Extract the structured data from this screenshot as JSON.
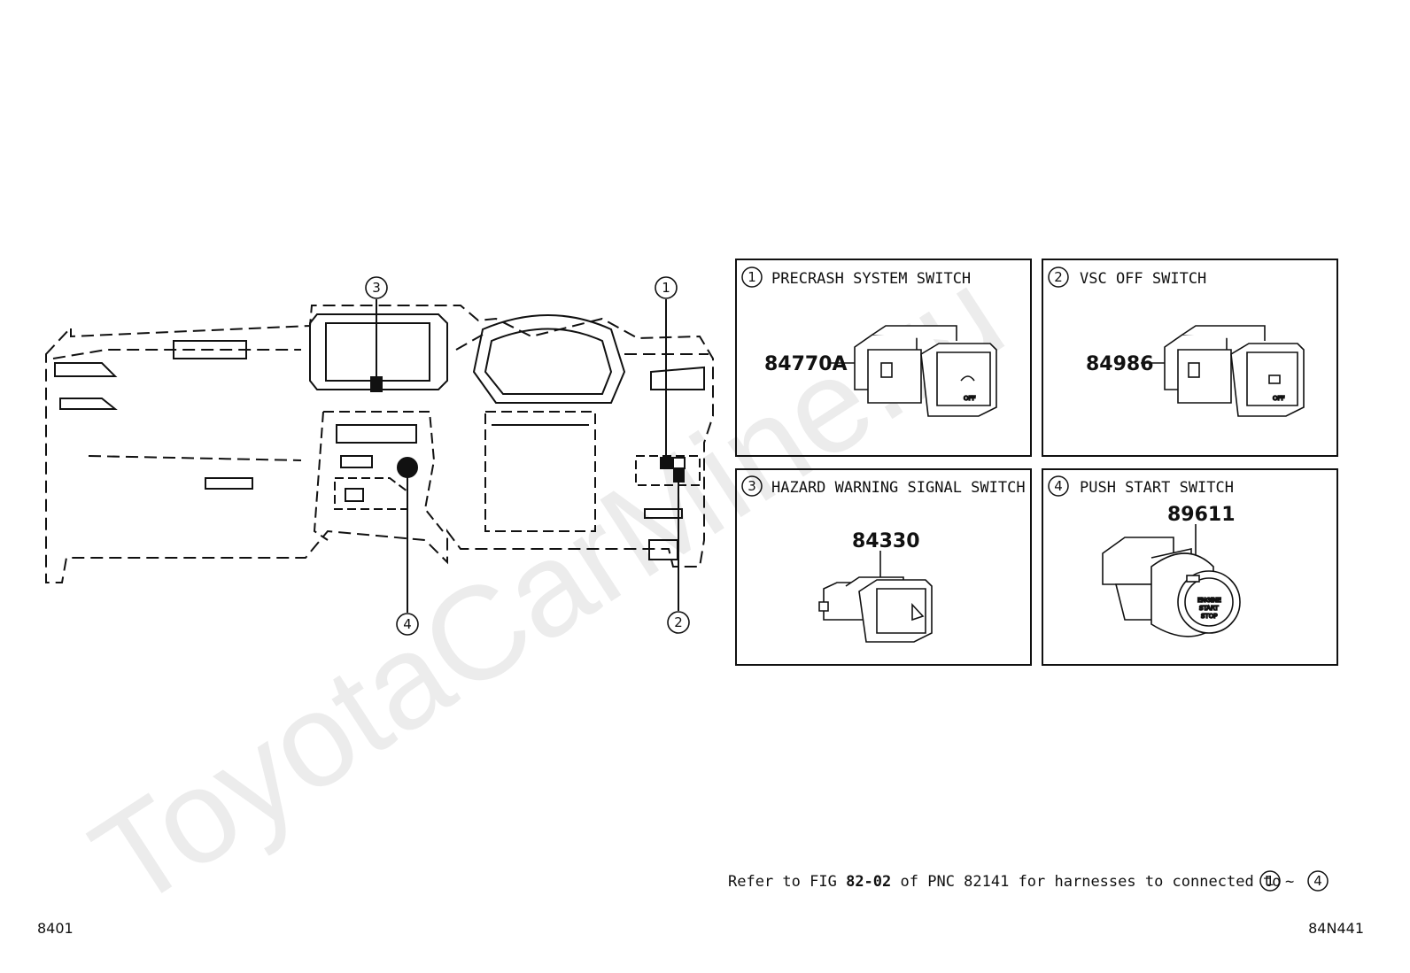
{
  "watermark": "ToyotaCarMine.ru",
  "callouts": {
    "c1": "1",
    "c2": "2",
    "c3": "3",
    "c4": "4"
  },
  "panels": [
    {
      "num": "1",
      "title": "PRECRASH SYSTEM SWITCH",
      "part": "84770A",
      "icon_text": "OFF"
    },
    {
      "num": "2",
      "title": "VSC OFF SWITCH",
      "part": "84986",
      "icon_text": "OFF"
    },
    {
      "num": "3",
      "title": "HAZARD WARNING SIGNAL SWITCH",
      "part": "84330"
    },
    {
      "num": "4",
      "title": "PUSH START SWITCH",
      "part": "89611",
      "icon_text_1": "ENGINE",
      "icon_text_2": "START",
      "icon_text_3": "STOP"
    }
  ],
  "note": {
    "prefix": "Refer to FIG",
    "fig": "82-02",
    "middle": "of PNC 82141 for harnesses to connected to",
    "range_from": "1",
    "range_sep": "~",
    "range_to": "4"
  },
  "footer": {
    "left": "8401",
    "right": "84N441"
  }
}
